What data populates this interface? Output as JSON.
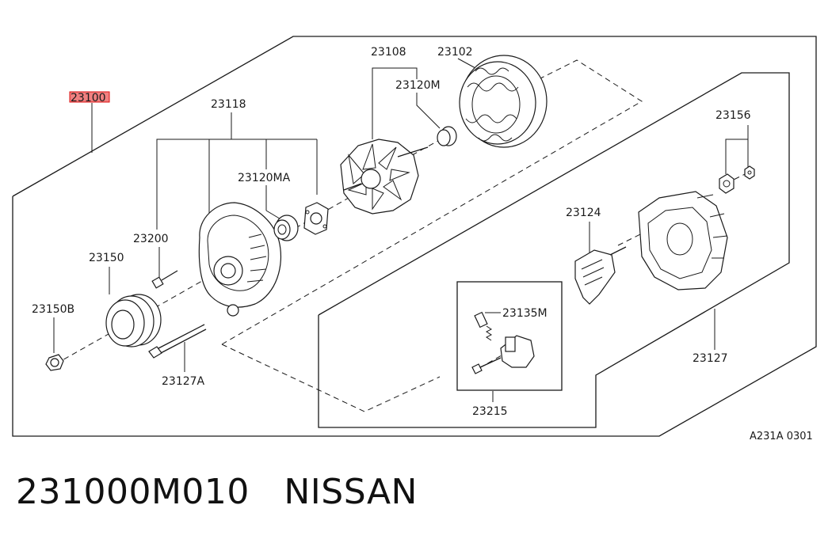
{
  "diagram": {
    "ref_code": "A231A 0301",
    "labels": {
      "assembly": "23100",
      "rear_cover_group": "23118",
      "rotor": "23108",
      "stator": "23102",
      "bearing_front": "23120M",
      "bearing_rear": "23120MA",
      "through_bolt": "23200",
      "pulley": "23150",
      "pulley_nut": "23150B",
      "long_bolt": "23127A",
      "terminal_nut": "23156",
      "regulator": "23124",
      "brush": "23135M",
      "brush_holder": "23215",
      "front_case": "23127"
    }
  },
  "footer": {
    "part_number": "231000M010",
    "brand": "NISSAN"
  }
}
